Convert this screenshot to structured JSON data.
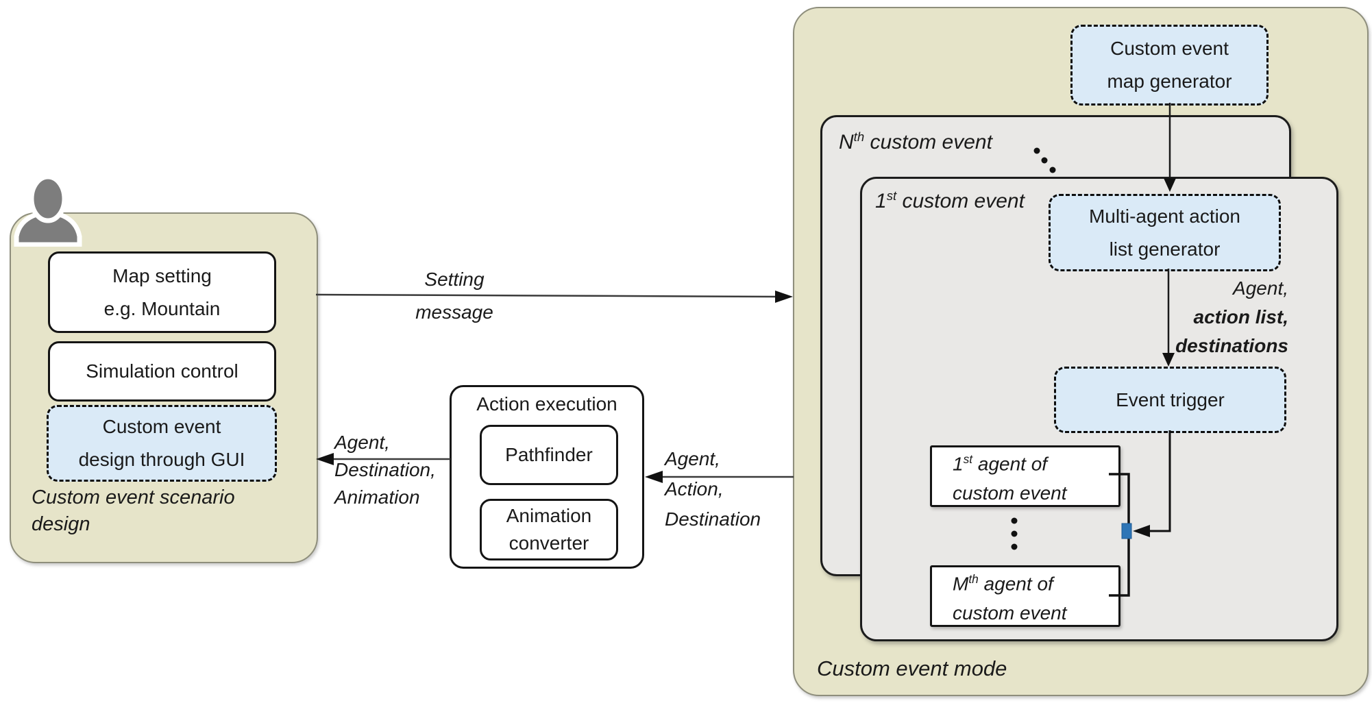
{
  "title": "Custom event simulation architecture diagram",
  "colors": {
    "panel_olive": "#e6e4c9",
    "panel_gray": "#e9e8e6",
    "node_blue": "#daeaf7",
    "square_blue": "#2e75b6",
    "border_dark": "#141414"
  },
  "left_panel": {
    "caption": [
      "Custom event scenario",
      "design"
    ],
    "map_setting": [
      "Map setting",
      "e.g. Mountain"
    ],
    "simulation_control": "Simulation control",
    "custom_event_gui": [
      "Custom event",
      "design through GUI"
    ]
  },
  "action_execution": {
    "title": "Action execution",
    "pathfinder": "Pathfinder",
    "animation_converter": [
      "Animation",
      "converter"
    ]
  },
  "arrow_labels": {
    "setting_message": [
      "Setting",
      "message"
    ],
    "to_left_panel": [
      "Agent,",
      "Destination,",
      "Animation"
    ],
    "to_action_execution": [
      "Agent,",
      "Action,",
      "Destination"
    ],
    "to_event_trigger": [
      "Agent,",
      "action list,",
      "destinations"
    ]
  },
  "right_panel": {
    "caption": "Custom event mode",
    "map_generator": [
      "Custom event",
      "map generator"
    ],
    "nth_event": {
      "base": "N",
      "sup": "th",
      "rest": " custom event"
    },
    "first_event": {
      "base": "1",
      "sup": "st",
      "rest": " custom event"
    },
    "multi_agent": [
      "Multi-agent action",
      "list generator"
    ],
    "event_trigger": "Event trigger",
    "first_agent": {
      "base": "1",
      "sup": "st",
      "rest": " agent of",
      "line2": "custom event"
    },
    "mth_agent": {
      "base": "M",
      "sup": "th",
      "rest": " agent of",
      "line2": "custom event"
    }
  }
}
